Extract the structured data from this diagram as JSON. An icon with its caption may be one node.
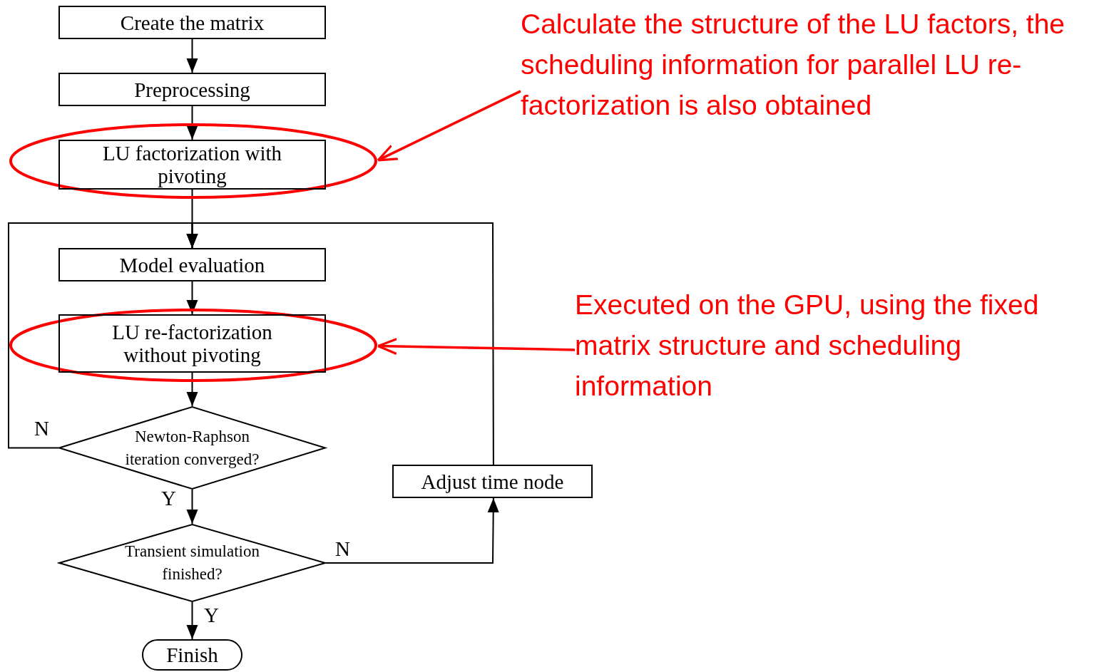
{
  "diagram": {
    "nodes": [
      {
        "text": [
          "Create the matrix"
        ]
      },
      {
        "text": [
          "Preprocessing"
        ]
      },
      {
        "text": [],
        "shape": "ellipse"
      },
      {
        "text": [
          "LU factorization with pivoting"
        ],
        "in": 2
      },
      {
        "text": [
          "Model evaluation"
        ]
      },
      {
        "text": [],
        "shape": "ellipse"
      },
      {
        "text": [
          "LU re-factorization without pivoting"
        ],
        "in": 5
      },
      {
        "text": [
          "Newton-Raphson iteration converged?"
        ]
      },
      {
        "text": [
          "Transient simulation finished?"
        ]
      },
      {
        "text": [
          "Adjust time node"
        ]
      },
      {
        "text": [
          "Finish"
        ]
      },
      {
        "text": [
          "Calculate the structure of the LU factors, the scheduling information for parallel LU re-factorization is also obtained"
        ]
      },
      {
        "text": [
          "Executed on the GPU, using the fixed matrix structure and scheduling information"
        ]
      }
    ],
    "edges": [
      {
        "from": 0,
        "to": 1,
        "arrow": "to"
      },
      {
        "from": 1,
        "to": 3,
        "arrow": "to"
      },
      {
        "from": 3,
        "to": 4,
        "arrow": "to"
      },
      {
        "from": 4,
        "to": 6,
        "arrow": "to"
      },
      {
        "from": 6,
        "to": 7,
        "arrow": "to"
      },
      {
        "from": 7,
        "to": 8,
        "arrow": "to",
        "label": "Y"
      },
      {
        "from": 7,
        "to": 4,
        "arrow": "to",
        "label": "N"
      },
      {
        "from": 8,
        "to": 10,
        "arrow": "to",
        "label": "Y"
      },
      {
        "from": 8,
        "to": 9,
        "arrow": "to",
        "label": "N"
      },
      {
        "from": 9,
        "to": 4,
        "arrow": "to"
      },
      {
        "from": 11,
        "to": 2,
        "arrow": "to",
        "color": "#ff0000"
      },
      {
        "from": 12,
        "to": 5,
        "arrow": "to",
        "color": "#ff0000"
      }
    ]
  }
}
